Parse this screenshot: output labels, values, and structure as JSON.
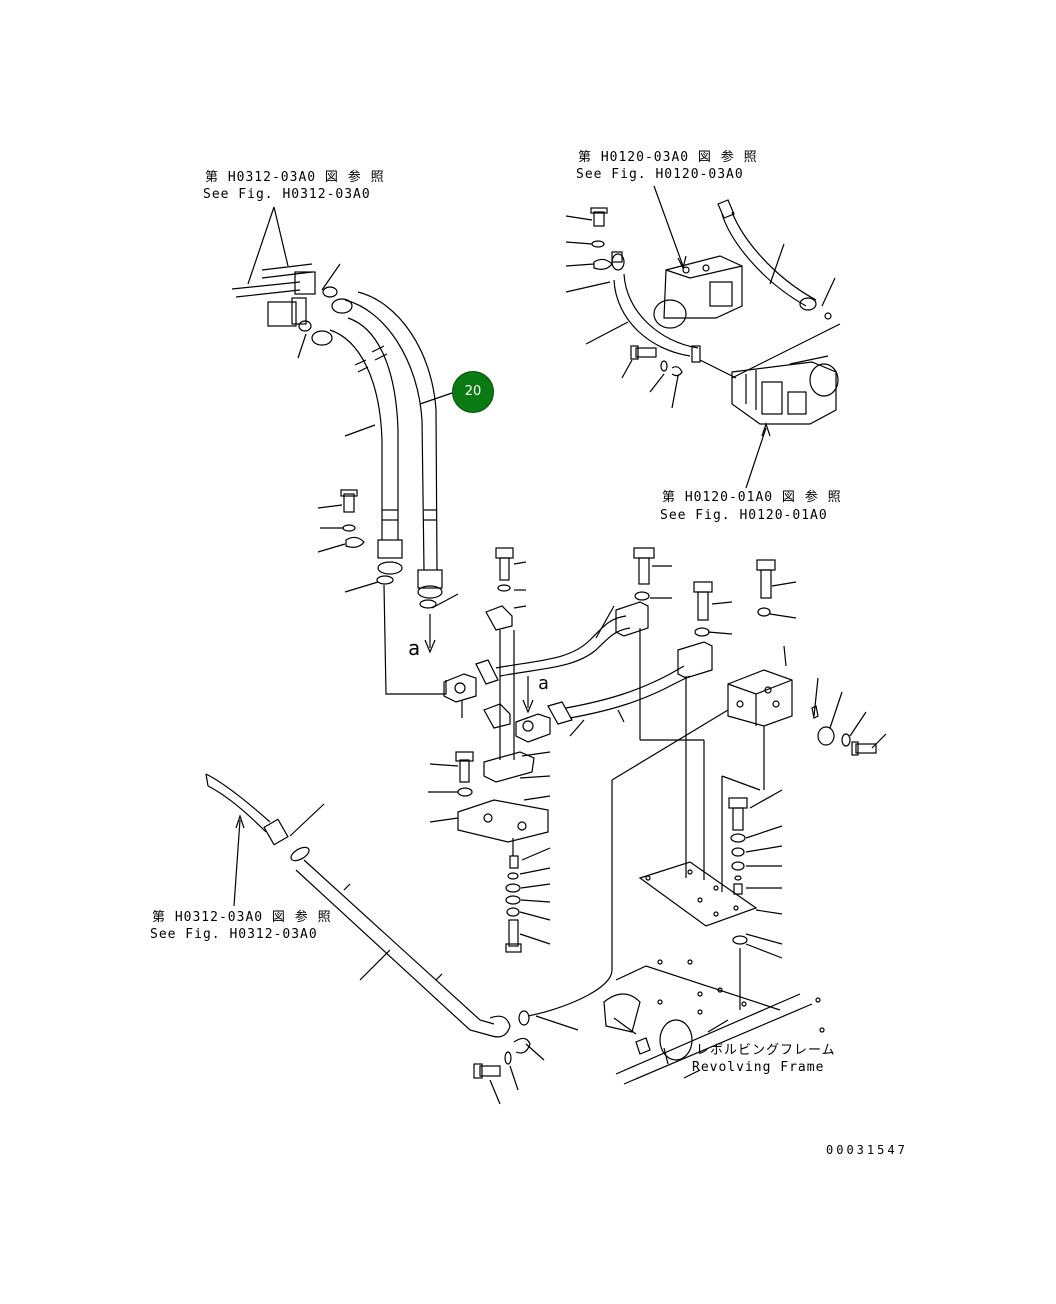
{
  "refs": {
    "top_left_jp": "第 H0312-03A0 図 参 照",
    "top_left_en": "See Fig. H0312-03A0",
    "top_right_jp": "第 H0120-03A0 図 参 照",
    "top_right_en": "See Fig. H0120-03A0",
    "mid_right_jp": "第 H0120-01A0 図 参 照",
    "mid_right_en": "See Fig. H0120-01A0",
    "bottom_left_jp": "第 H0312-03A0 図 参 照",
    "bottom_left_en": "See Fig. H0312-03A0"
  },
  "frame_label_jp": "レボルビングフレーム",
  "frame_label_en": "Revolving Frame",
  "marker_a1": "a",
  "marker_a2": "a",
  "callout": {
    "number": "20",
    "color": "#0a7a12"
  },
  "drawing_code": "00031547"
}
